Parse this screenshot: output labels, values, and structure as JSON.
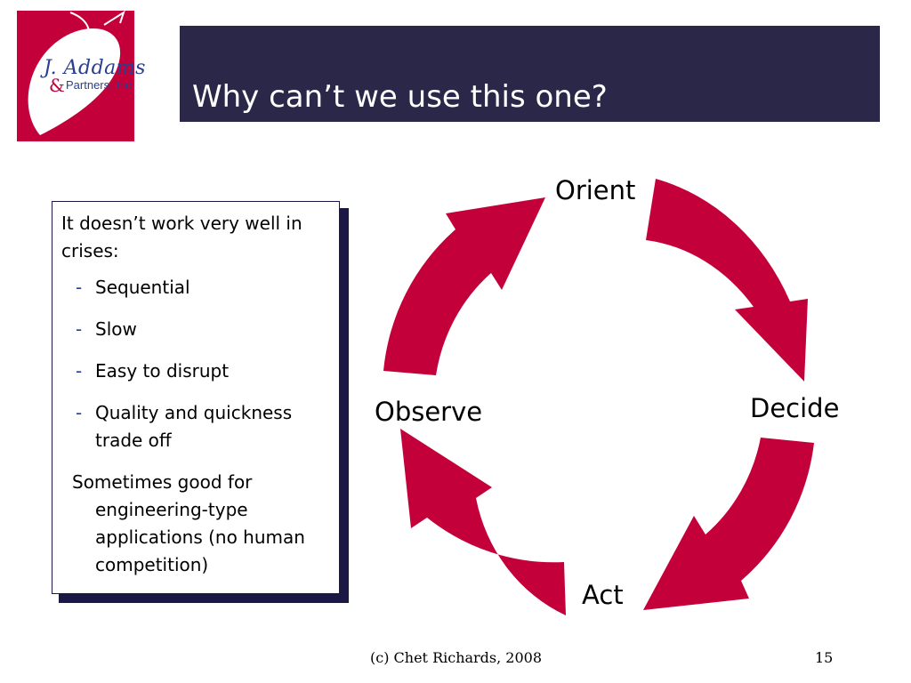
{
  "logo": {
    "name": "J. Addams",
    "ampersand": "&",
    "subtitle": "Partners, Inc.",
    "bg_color": "#c4003a"
  },
  "title": "Why can’t we use this one?",
  "text_box": {
    "intro": "It doesn’t work very well in crises:",
    "bullet_marker": "-",
    "bullets": [
      "Sequential",
      "Slow",
      "Easy to disrupt",
      "Quality and quickness trade off"
    ],
    "tail": "Sometimes good for engineering-type applications (no human competition)"
  },
  "cycle": {
    "nodes": [
      "Orient",
      "Decide",
      "Act",
      "Observe"
    ],
    "arrow_color": "#c4003a"
  },
  "footer": {
    "copyright": "(c) Chet Richards, 2008",
    "page_number": "15"
  }
}
